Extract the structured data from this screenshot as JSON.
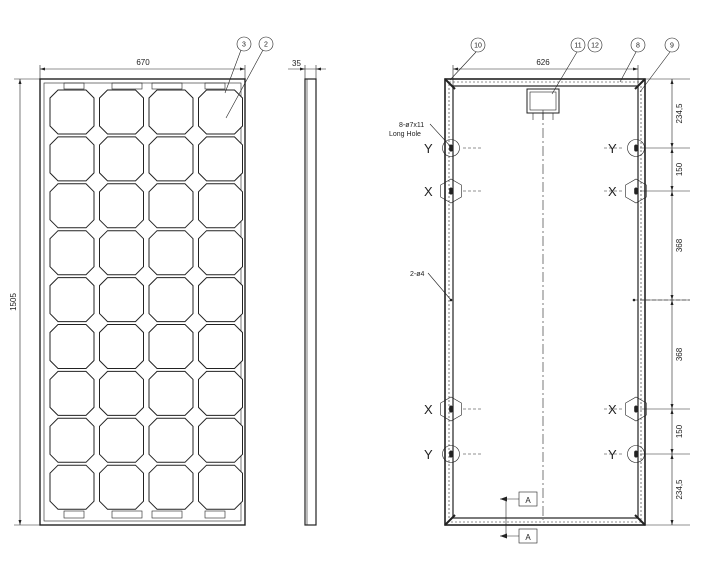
{
  "front": {
    "width_dim": "670",
    "height_dim": "1505",
    "callouts": [
      "3",
      "2"
    ],
    "rows": 9,
    "cols": 4
  },
  "side": {
    "depth_dim": "35"
  },
  "back": {
    "width_dim": "626",
    "callouts": [
      "10",
      "11",
      "12",
      "8",
      "9"
    ],
    "hole_note_line1": "8-ø7x11",
    "hole_note_line2": "Long Hole",
    "ground_note": "2-ø4",
    "mark_x": "X",
    "mark_y": "Y",
    "section_mark": "A",
    "right_dims": [
      "234,5",
      "150",
      "368",
      "368",
      "150",
      "234,5"
    ]
  }
}
